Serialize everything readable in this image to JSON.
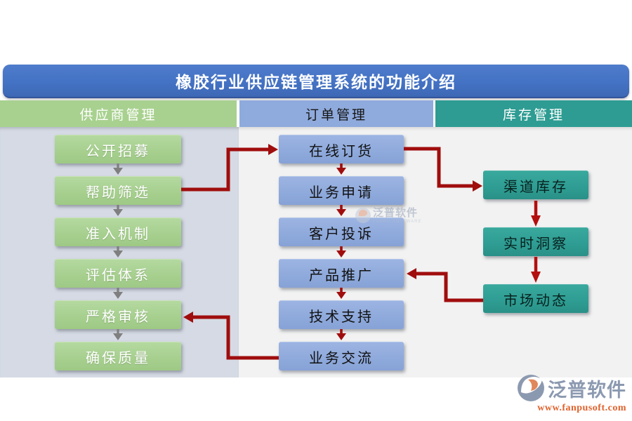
{
  "title": "橡胶行业供应链管理系统的功能介绍",
  "columns": [
    {
      "id": "supplier",
      "header": "供应商管理",
      "flow": "sequential-down",
      "items": [
        "公开招募",
        "帮助筛选",
        "准入机制",
        "评估体系",
        "严格审核",
        "确保质量"
      ]
    },
    {
      "id": "order",
      "header": "订单管理",
      "flow": "sequential-down",
      "items": [
        "在线订货",
        "业务申请",
        "客户投诉",
        "产品推广",
        "技术支持",
        "业务交流"
      ]
    },
    {
      "id": "inventory",
      "header": "库存管理",
      "flow": "sequential-down",
      "items": [
        "渠道库存",
        "实时洞察",
        "市场动态"
      ]
    }
  ],
  "connections": [
    {
      "from": "帮助筛选",
      "to": "在线订货"
    },
    {
      "from": "在线订货",
      "to": "渠道库存"
    },
    {
      "from": "市场动态",
      "to": "产品推广"
    },
    {
      "from": "业务交流",
      "to": "严格审核"
    }
  ],
  "watermark": {
    "name": "泛普软件",
    "subtext": "FANPU SOFTWARE"
  },
  "footer": {
    "brand": "泛普软件",
    "url": "www.fanpusoft.com"
  },
  "colors": {
    "title_bar": "#4472c4",
    "supplier_green": "#a6cf8e",
    "order_blue": "#8ea9db",
    "inventory_teal": "#2e9c92",
    "connector_red": "#a00d0d",
    "step_arrow_gray": "#7f7f7f",
    "left_panel_bg": "#d5dae4",
    "right_panel_bg": "#f2f2f2"
  }
}
